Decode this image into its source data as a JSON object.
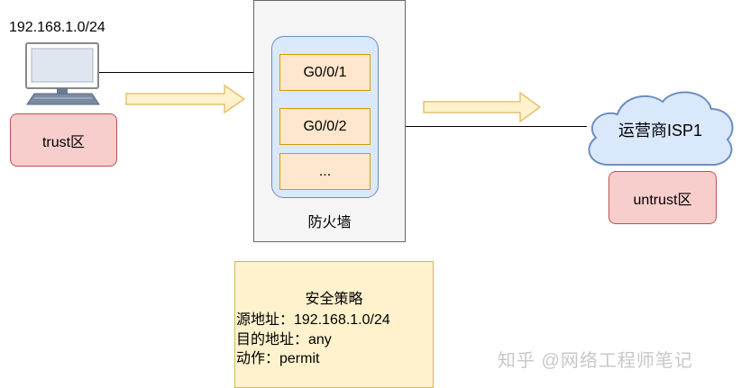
{
  "network": {
    "subnet_label": "192.168.1.0/24"
  },
  "zones": {
    "trust_label": "trust区",
    "untrust_label": "untrust区"
  },
  "firewall": {
    "label": "防火墙",
    "ports": [
      "G0/0/1",
      "G0/0/2",
      "..."
    ]
  },
  "isp": {
    "label": "运营商ISP1"
  },
  "policy": {
    "title": "安全策略",
    "lines": [
      "源地址：192.168.1.0/24",
      "目的地址：any",
      "动作：permit"
    ]
  },
  "watermark": {
    "text": "知乎 @网络工程师笔记"
  },
  "colors": {
    "zone_fill": "#f8cecc",
    "zone_stroke": "#b85450",
    "firewall_fill": "#f5f5f5",
    "inner_fill": "#dae8fc",
    "inner_stroke": "#6c8ebf",
    "port_fill": "#ffe6cc",
    "port_stroke": "#d79b00",
    "policy_fill": "#fff2cc",
    "policy_stroke": "#d6b656",
    "arrow_fill": "#fff2cc",
    "cloud_fill": "#dae8fc",
    "cloud_stroke": "#6c8ebf"
  }
}
